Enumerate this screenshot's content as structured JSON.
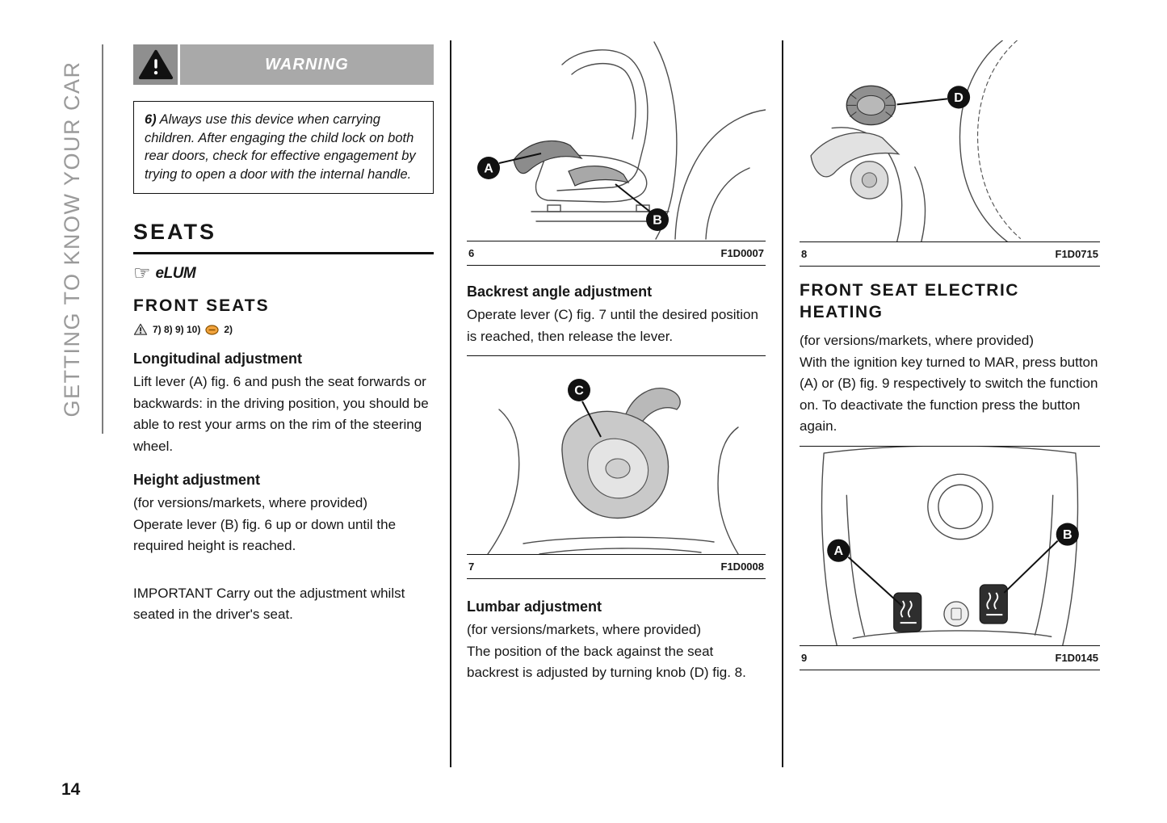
{
  "sidebar": {
    "label": "GETTING TO KNOW YOUR CAR"
  },
  "page_number": "14",
  "warning": {
    "title": "WARNING",
    "ref": "6)",
    "body": "Always use this device when carrying children. After engaging the child lock on both rear doors, check for effective engagement by trying to open a door with the internal handle."
  },
  "left": {
    "seats_title": "SEATS",
    "elum_label": "eLUM",
    "front_seats_title": "FRONT SEATS",
    "refs_primary": "7) 8) 9) 10)",
    "refs_secondary": "2)",
    "longitudinal_title": "Longitudinal adjustment",
    "longitudinal_body": "Lift lever (A) fig. 6 and push the seat forwards or backwards: in the driving position, you should be able to rest your arms on the rim of the steering wheel.",
    "height_title": "Height adjustment",
    "height_note": "(for versions/markets, where provided)",
    "height_body": "Operate lever (B) fig. 6 up or down until the required height is reached.",
    "important_body": "IMPORTANT Carry out the adjustment whilst seated in the driver's seat."
  },
  "middle": {
    "backrest_title": "Backrest angle adjustment",
    "backrest_body": "Operate lever (C) fig. 7 until the desired position is reached, then release the lever.",
    "lumbar_title": "Lumbar adjustment",
    "lumbar_note": "(for versions/markets, where provided)",
    "lumbar_body": "The position of the back against the seat backrest is adjusted by turning knob (D) fig. 8."
  },
  "right": {
    "heating_title": "FRONT SEAT ELECTRIC HEATING",
    "heating_note": "(for versions/markets, where provided)",
    "heating_body": "With the ignition key turned to MAR, press button (A) or (B) fig. 9 respectively to switch the function on. To deactivate the function press the button again."
  },
  "figures": {
    "fig6": {
      "number": "6",
      "code": "F1D0007",
      "label_a": "A",
      "label_b": "B"
    },
    "fig7": {
      "number": "7",
      "code": "F1D0008",
      "label_c": "C"
    },
    "fig8": {
      "number": "8",
      "code": "F1D0715",
      "label_d": "D"
    },
    "fig9": {
      "number": "9",
      "code": "F1D0145",
      "label_a": "A",
      "label_b": "B"
    }
  },
  "colors": {
    "warning_bar": "#a9a9a9",
    "warning_icon_box": "#8f8f8f",
    "accent_amber": "#f2a33c",
    "sidebar_gray": "#9a9a9a"
  }
}
